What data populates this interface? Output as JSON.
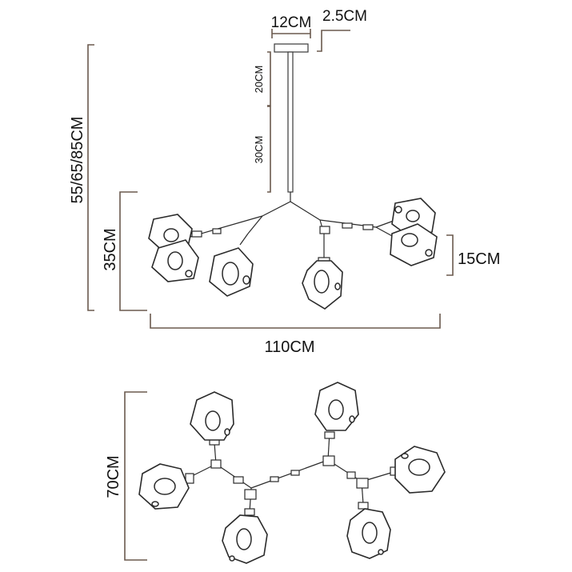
{
  "dimensions": {
    "canopy_width": "12CM",
    "canopy_height": "2.5CM",
    "rod_short": "20CM",
    "rod_long": "30CM",
    "total_height": "55/65/85CM",
    "body_height": "35CM",
    "shade_height": "15CM",
    "total_width": "110CM",
    "depth": "70CM"
  }
}
